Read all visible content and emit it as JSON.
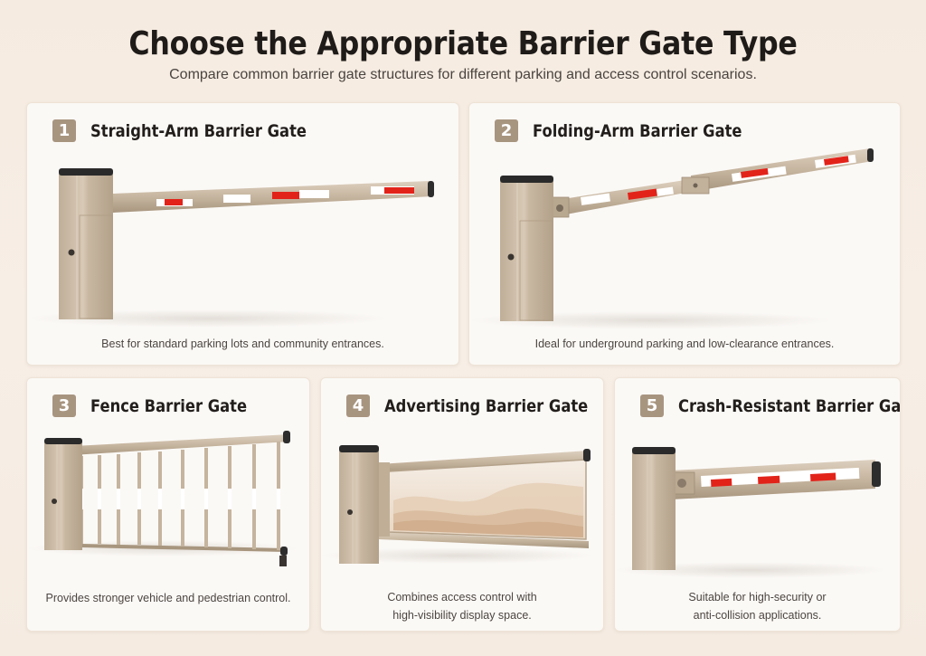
{
  "header": {
    "title": "Choose the Appropriate Barrier Gate Type",
    "subtitle": "Compare common barrier gate structures for different parking and access control scenarios."
  },
  "colors": {
    "background": "#f6ece2",
    "card": "#fbf9f6",
    "badge": "#a89580",
    "metal": "#c9b8a3",
    "metal_dark": "#a8967f",
    "reflector_red": "#e2231a",
    "reflector_white": "#ffffff",
    "cap": "#2a2a2a"
  },
  "cards": [
    {
      "number": "1",
      "title": "Straight-Arm Barrier Gate",
      "description": "Best for standard parking lots and community entrances.",
      "icon": "straight-arm-barrier-illustration"
    },
    {
      "number": "2",
      "title": "Folding-Arm Barrier Gate",
      "description": "Ideal for underground parking and low-clearance entrances.",
      "icon": "folding-arm-barrier-illustration"
    },
    {
      "number": "3",
      "title": "Fence Barrier Gate",
      "description": "Provides stronger vehicle and pedestrian control.",
      "icon": "fence-barrier-illustration"
    },
    {
      "number": "4",
      "title": "Advertising Barrier Gate",
      "description_lines": [
        "Combines access control with",
        "high-visibility display space."
      ],
      "icon": "advertising-barrier-illustration"
    },
    {
      "number": "5",
      "title": "Crash-Resistant Barrier Gate",
      "description_lines": [
        "Suitable for high-security or",
        "anti-collision applications."
      ],
      "icon": "crash-resistant-barrier-illustration"
    }
  ]
}
